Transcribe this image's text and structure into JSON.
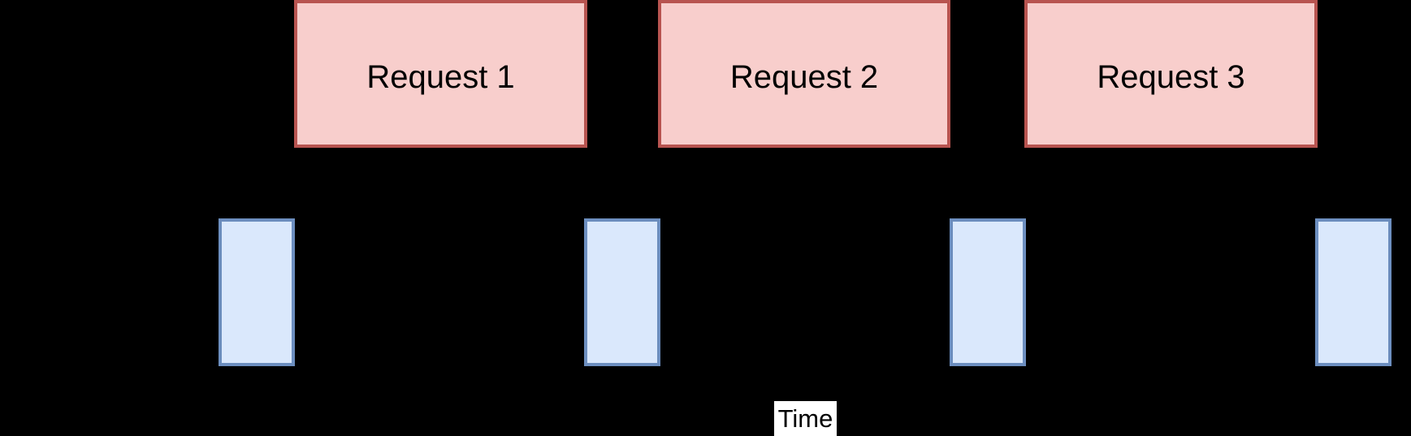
{
  "diagram": {
    "background_color": "#000000",
    "requests": [
      {
        "label": "Request 1"
      },
      {
        "label": "Request 2"
      },
      {
        "label": "Request 3"
      }
    ],
    "gap_interval_count": 4,
    "time_label": {
      "text": "Time"
    },
    "colors": {
      "request_fill": "#f8cecc",
      "request_stroke": "#b85450",
      "request_text": "#000000",
      "gap_fill": "#dae8fc",
      "gap_stroke": "#6c8ebf",
      "time_label_background": "#ffffff",
      "time_label_text": "#000000",
      "background": "#000000"
    }
  }
}
